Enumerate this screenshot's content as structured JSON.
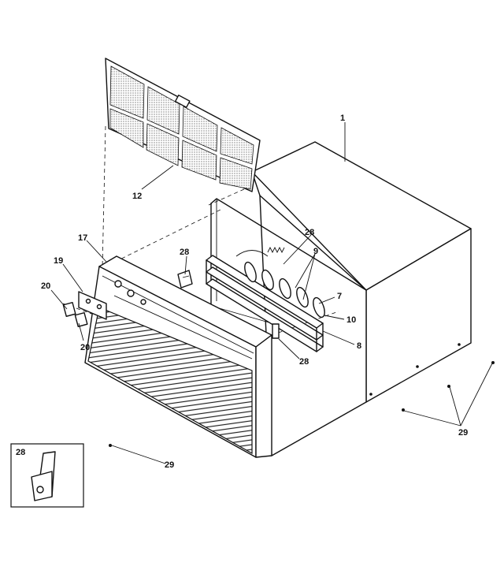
{
  "diagram": {
    "labels": {
      "cabinet": "1",
      "filter": "12",
      "front_panel": "17",
      "escutcheon": "19",
      "knob_upper": "20",
      "knob_lower": "20",
      "clip_left": "28",
      "clip_lower": "28",
      "louver_assembly_28": "28",
      "louver_9": "9",
      "louver_7": "7",
      "louver_10": "10",
      "louver_8": "8",
      "screw_right": "29",
      "screw_bottom": "29",
      "inset": "28"
    }
  }
}
